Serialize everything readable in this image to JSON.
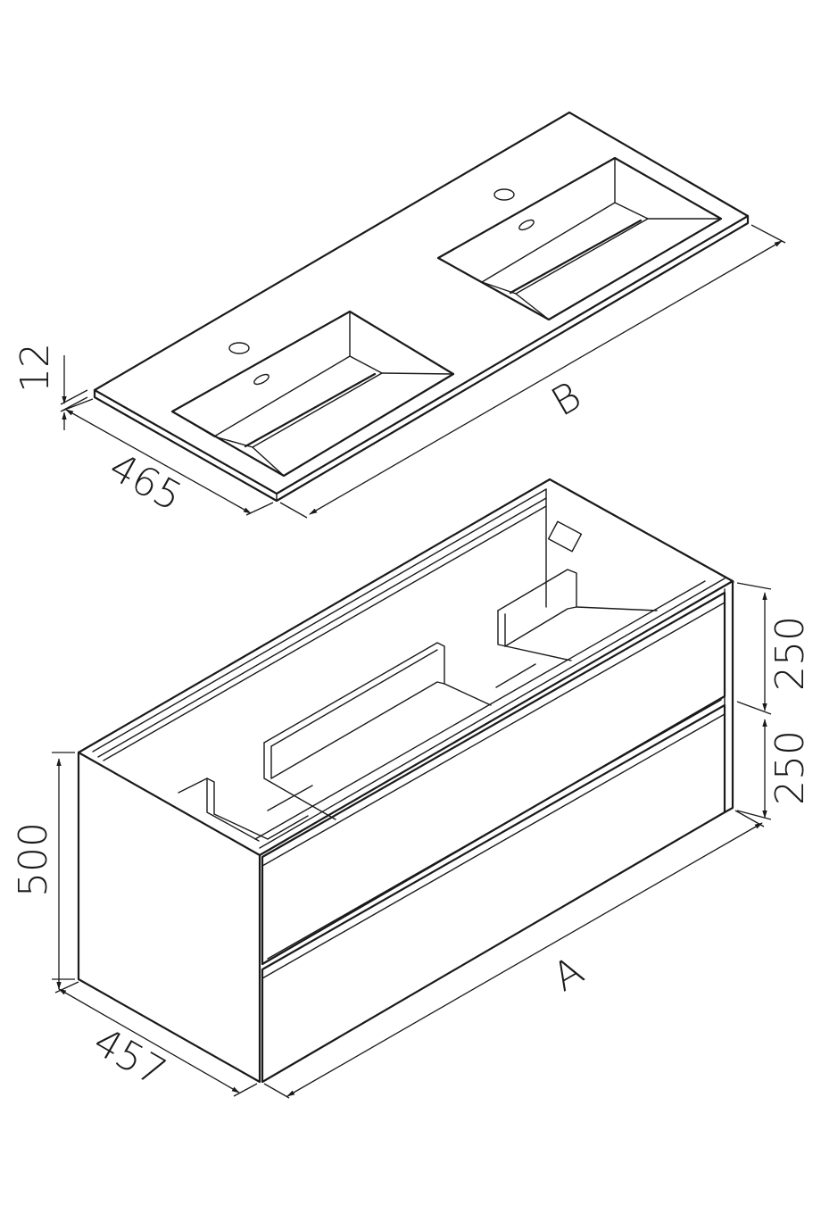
{
  "basin_top": {
    "dim_depth": "465",
    "dim_thickness": "12",
    "dim_width": "B"
  },
  "cabinet": {
    "dim_height": "500",
    "dim_depth": "457",
    "dim_width": "A",
    "dim_upper_drawer": "250",
    "dim_lower_drawer": "250"
  }
}
